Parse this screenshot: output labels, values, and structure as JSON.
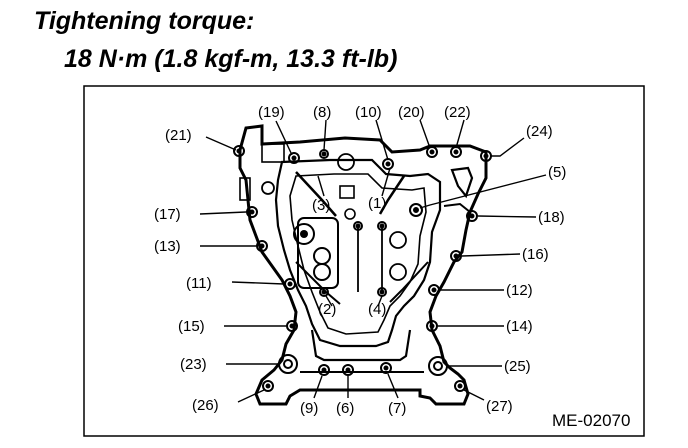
{
  "heading": {
    "title": "Tightening torque:",
    "value": "18 N·m (1.8 kgf-m, 13.3 ft-lb)"
  },
  "figure_code": "ME-02070",
  "callouts": {
    "c1": "(1)",
    "c2": "(2)",
    "c3": "(3)",
    "c4": "(4)",
    "c5": "(5)",
    "c6": "(6)",
    "c7": "(7)",
    "c8": "(8)",
    "c9": "(9)",
    "c10": "(10)",
    "c11": "(11)",
    "c12": "(12)",
    "c13": "(13)",
    "c14": "(14)",
    "c15": "(15)",
    "c16": "(16)",
    "c17": "(17)",
    "c18": "(18)",
    "c19": "(19)",
    "c20": "(20)",
    "c21": "(21)",
    "c22": "(22)",
    "c23": "(23)",
    "c24": "(24)",
    "c25": "(25)",
    "c26": "(26)",
    "c27": "(27)"
  }
}
